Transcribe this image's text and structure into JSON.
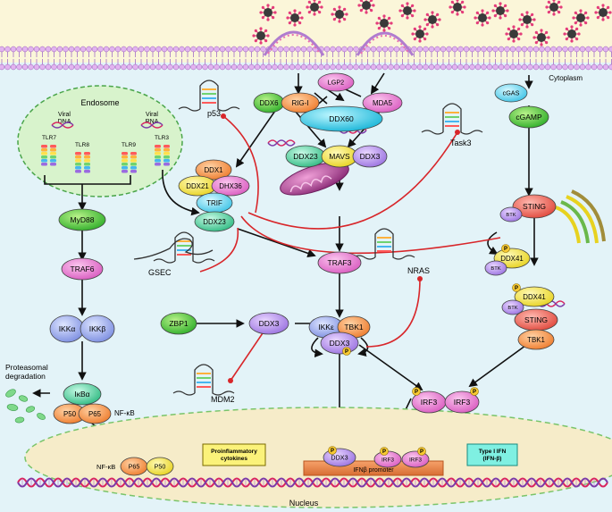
{
  "labels": {
    "cytoplasm": "Cytoplasm",
    "endosome": "Endosome",
    "nucleus": "Nucleus",
    "viral_dna": [
      "Viral",
      "DNA"
    ],
    "viral_rna": [
      "Viral",
      "RNA"
    ],
    "proteasomal": [
      "Proteasomal",
      "degradation"
    ],
    "nfkb_side": "NF-κB",
    "nfkb_nuc": "NF-κB",
    "ifnb_promoter": "IFNβ promoter",
    "p53": "p53",
    "task3": "Task3",
    "gsec": "GSEC",
    "nras": "NRAS",
    "mdm2": "MDM2"
  },
  "nodes": {
    "tlr7": "TLR7",
    "tlr8": "TLR8",
    "tlr9": "TLR9",
    "tlr3": "TLR3",
    "myd88": "MyD88",
    "traf6": "TRAF6",
    "ikka": "IKKα",
    "ikkb": "IKKβ",
    "ikba": "IκBα",
    "p50": "P50",
    "p65": "P65",
    "lgp2": "LGP2",
    "rigi": "RIG-I",
    "mda5": "MDA5",
    "ddx6": "DDX6",
    "ddx60": "DDX60",
    "ddx23a": "DDX23",
    "mavs": "MAVS",
    "ddx3a": "DDX3",
    "ddx1": "DDX1",
    "ddx21": "DDX21",
    "dhx36": "DHX36",
    "trif": "TRIF",
    "ddx23b": "DDX23",
    "traf3": "TRAF3",
    "zbp1": "ZBP1",
    "ddx3b": "DDX3",
    "ikke": "IKKε",
    "tbk1a": "TBK1",
    "ddx3c": "DDX3",
    "irf3a": "IRF3",
    "irf3b": "IRF3",
    "cgas": "cGAS",
    "cgamp": "cGAMP",
    "sting1": "STING",
    "btk1": "BTK",
    "ddx41a": "DDX41",
    "btk2": "BTK",
    "ddx41b": "DDX41",
    "btk3": "BTK",
    "sting2": "STING",
    "tbk1b": "TBK1",
    "p65n": "P65",
    "p50n": "P50",
    "ddx3n": "DDX3",
    "irf3n1": "IRF3",
    "irf3n2": "IRF3",
    "p": "P"
  },
  "boxes": {
    "proinflammatory": [
      "Proinflammatory",
      "cytokines"
    ],
    "type1ifn": [
      "Type I IFN",
      "(IFN-β)"
    ]
  },
  "colors": {
    "membrane_head": "#d9b6e8",
    "dna_red": "#d9245f",
    "dna_purple": "#7b3aa8",
    "inhibit_red": "#d8262a",
    "cytoplasm_bg": "#e3f3f8",
    "virus_dark": "#3a3a3a",
    "virus_spike": "#e43c7a"
  }
}
